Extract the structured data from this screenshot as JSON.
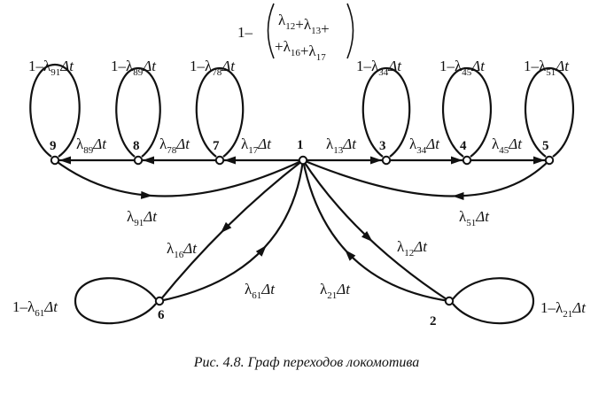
{
  "diagram": {
    "nodes": [
      "9",
      "8",
      "7",
      "1",
      "3",
      "4",
      "5",
      "6",
      "2"
    ],
    "top_expression": {
      "prefix": "1–",
      "line1": [
        {
          "text": "λ",
          "sub": "12"
        },
        {
          "text": "+λ",
          "sub": "13"
        },
        {
          "text": "+",
          "sub": ""
        }
      ],
      "line2": [
        {
          "text": "+λ",
          "sub": "16"
        },
        {
          "text": "+λ",
          "sub": "17"
        }
      ]
    },
    "self_loops": [
      {
        "node": "9",
        "prefix": "1–λ",
        "sub": "91",
        "suffix": "Δt"
      },
      {
        "node": "8",
        "prefix": "1–λ",
        "sub": "89",
        "suffix": "Δt"
      },
      {
        "node": "7",
        "prefix": "1–λ",
        "sub": "78",
        "suffix": "Δt"
      },
      {
        "node": "3",
        "prefix": "1–λ",
        "sub": "34",
        "suffix": "Δt"
      },
      {
        "node": "4",
        "prefix": "1–λ",
        "sub": "45",
        "suffix": "Δt"
      },
      {
        "node": "5",
        "prefix": "1–λ",
        "sub": "51",
        "suffix": "Δt"
      },
      {
        "node": "6",
        "prefix": "1–λ",
        "sub": "61",
        "suffix": "Δt"
      },
      {
        "node": "2",
        "prefix": "1–λ",
        "sub": "21",
        "suffix": "Δt"
      }
    ],
    "edges": [
      {
        "from": "8",
        "to": "9",
        "prefix": "λ",
        "sub": "89",
        "suffix": "Δt"
      },
      {
        "from": "7",
        "to": "8",
        "prefix": "λ",
        "sub": "78",
        "suffix": "Δt"
      },
      {
        "from": "1",
        "to": "7",
        "prefix": "λ",
        "sub": "17",
        "suffix": "Δt"
      },
      {
        "from": "1",
        "to": "3",
        "prefix": "λ",
        "sub": "13",
        "suffix": "Δt"
      },
      {
        "from": "3",
        "to": "4",
        "prefix": "λ",
        "sub": "34",
        "suffix": "Δt"
      },
      {
        "from": "4",
        "to": "5",
        "prefix": "λ",
        "sub": "45",
        "suffix": "Δt"
      },
      {
        "from": "9",
        "to": "1",
        "prefix": "λ",
        "sub": "91",
        "suffix": "Δt"
      },
      {
        "from": "5",
        "to": "1",
        "prefix": "λ",
        "sub": "51",
        "suffix": "Δt"
      },
      {
        "from": "1",
        "to": "6",
        "prefix": "λ",
        "sub": "16",
        "suffix": "Δt"
      },
      {
        "from": "6",
        "to": "1",
        "prefix": "λ",
        "sub": "61",
        "suffix": "Δt"
      },
      {
        "from": "1",
        "to": "2",
        "prefix": "λ",
        "sub": "12",
        "suffix": "Δt"
      },
      {
        "from": "2",
        "to": "1",
        "prefix": "λ",
        "sub": "21",
        "suffix": "Δt"
      }
    ],
    "caption": "Рис. 4.8.  Граф  переходов  локомотива"
  }
}
